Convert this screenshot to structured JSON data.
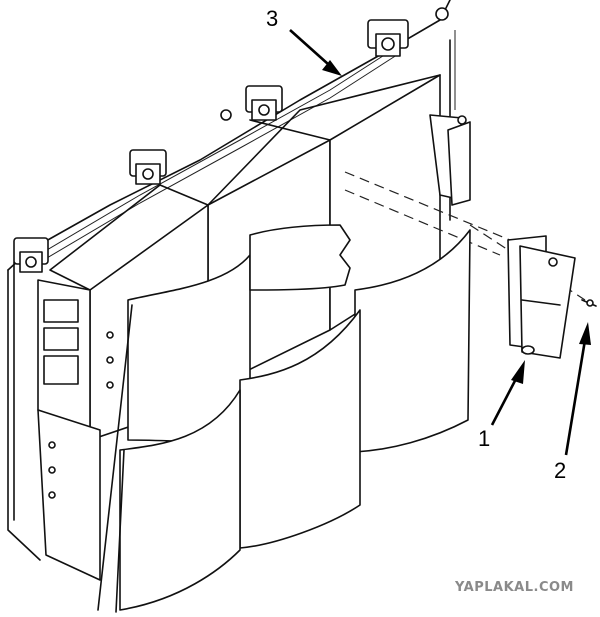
{
  "callouts": {
    "one": "1",
    "two": "2",
    "three": "3"
  },
  "watermark": "YAPLAKAL.COM",
  "colors": {
    "line": "#111111",
    "background": "#ffffff",
    "watermark": "#8a8a8a"
  }
}
